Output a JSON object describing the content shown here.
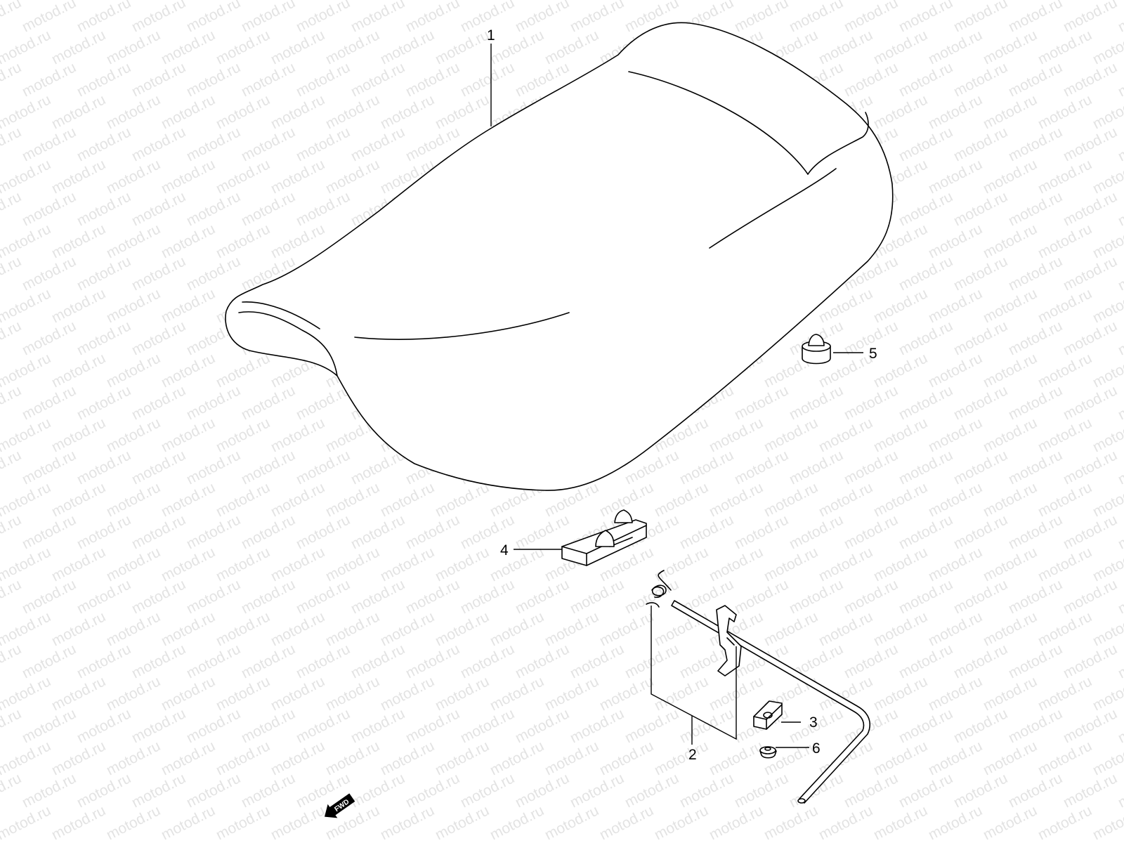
{
  "watermark": {
    "text": "motod.ru",
    "color": "#e3e3e3"
  },
  "callouts": [
    {
      "id": "1",
      "label": "1"
    },
    {
      "id": "2",
      "label": "2"
    },
    {
      "id": "3",
      "label": "3"
    },
    {
      "id": "4",
      "label": "4"
    },
    {
      "id": "5",
      "label": "5"
    },
    {
      "id": "6",
      "label": "6"
    }
  ],
  "fwd_arrow": {
    "label": "FWD",
    "icon": "forward-arrow-icon"
  }
}
